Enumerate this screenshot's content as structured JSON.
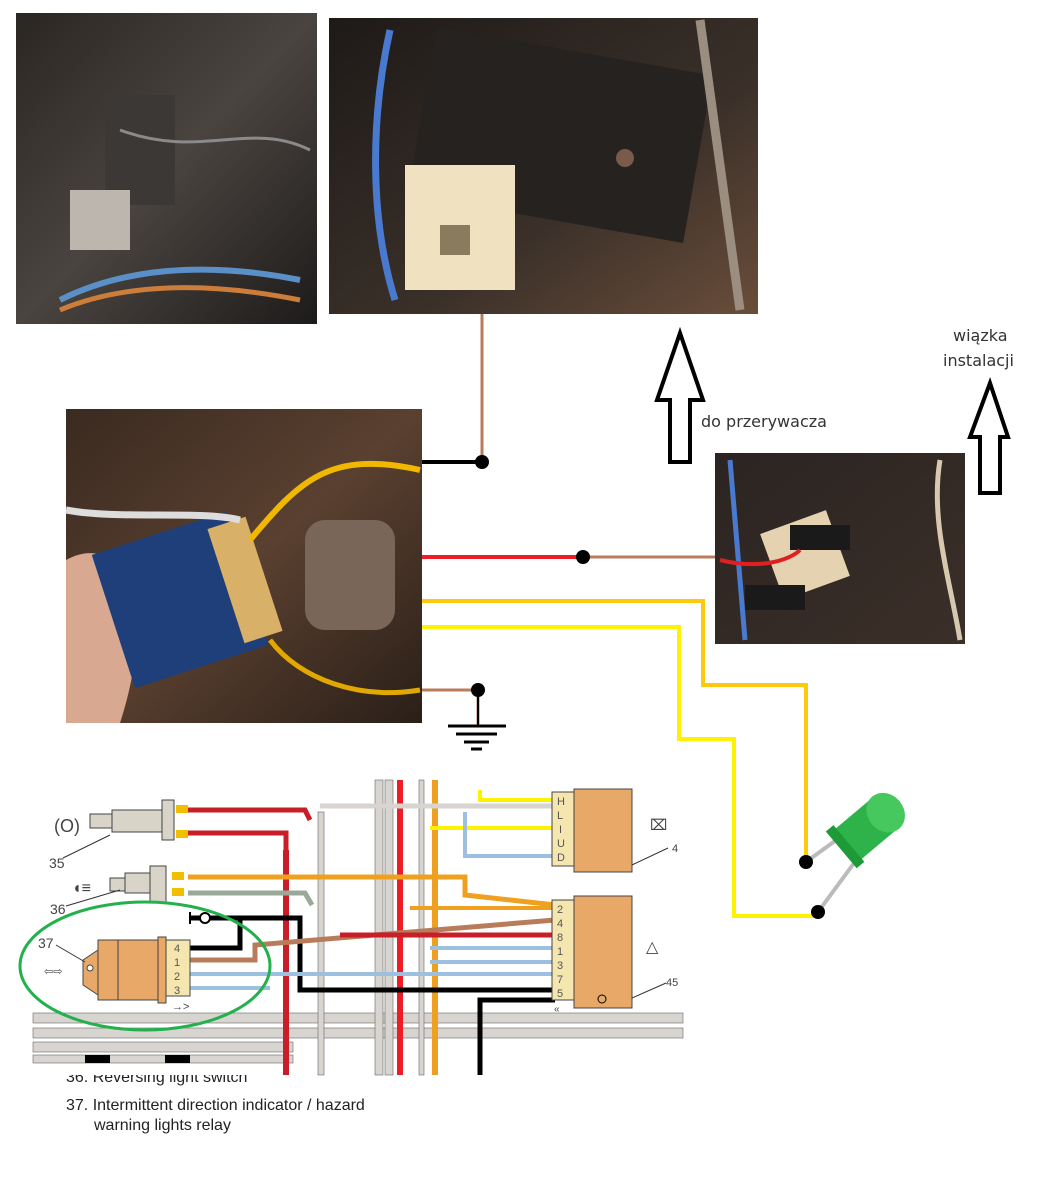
{
  "annotations": {
    "to_flasher": "do przerywacza",
    "harness_line1": "wiązka",
    "harness_line2": "instalacji"
  },
  "wire_colors": {
    "black": "#000000",
    "brown": "#b87c5a",
    "red": "#ee1c24",
    "orange_yellow": "#ffc90e",
    "yellow": "#fff200",
    "highlight_ellipse": "#22b14c",
    "led": "#2db34a"
  },
  "photos": [
    "relay-mounted-photo",
    "relay-closeup-photo",
    "relay-in-hand-photo",
    "harness-connector-photo"
  ],
  "schematic": {
    "components": {
      "c35": "35",
      "c36": "36",
      "c37": "37",
      "c44": "4",
      "c45": "45"
    },
    "wiper_switch_pins": [
      "H",
      "L",
      "I",
      "U",
      "D"
    ],
    "hazard_switch_pins": [
      "2",
      "4",
      "8",
      "1",
      "3",
      "7",
      "5"
    ],
    "relay_pins": [
      "4",
      "1",
      "2",
      "3"
    ],
    "legend": {
      "item36": "36. Reversing light switch",
      "item37_line1": "37. Intermittent direction indicator / hazard",
      "item37_line2": "warning lights relay"
    }
  }
}
